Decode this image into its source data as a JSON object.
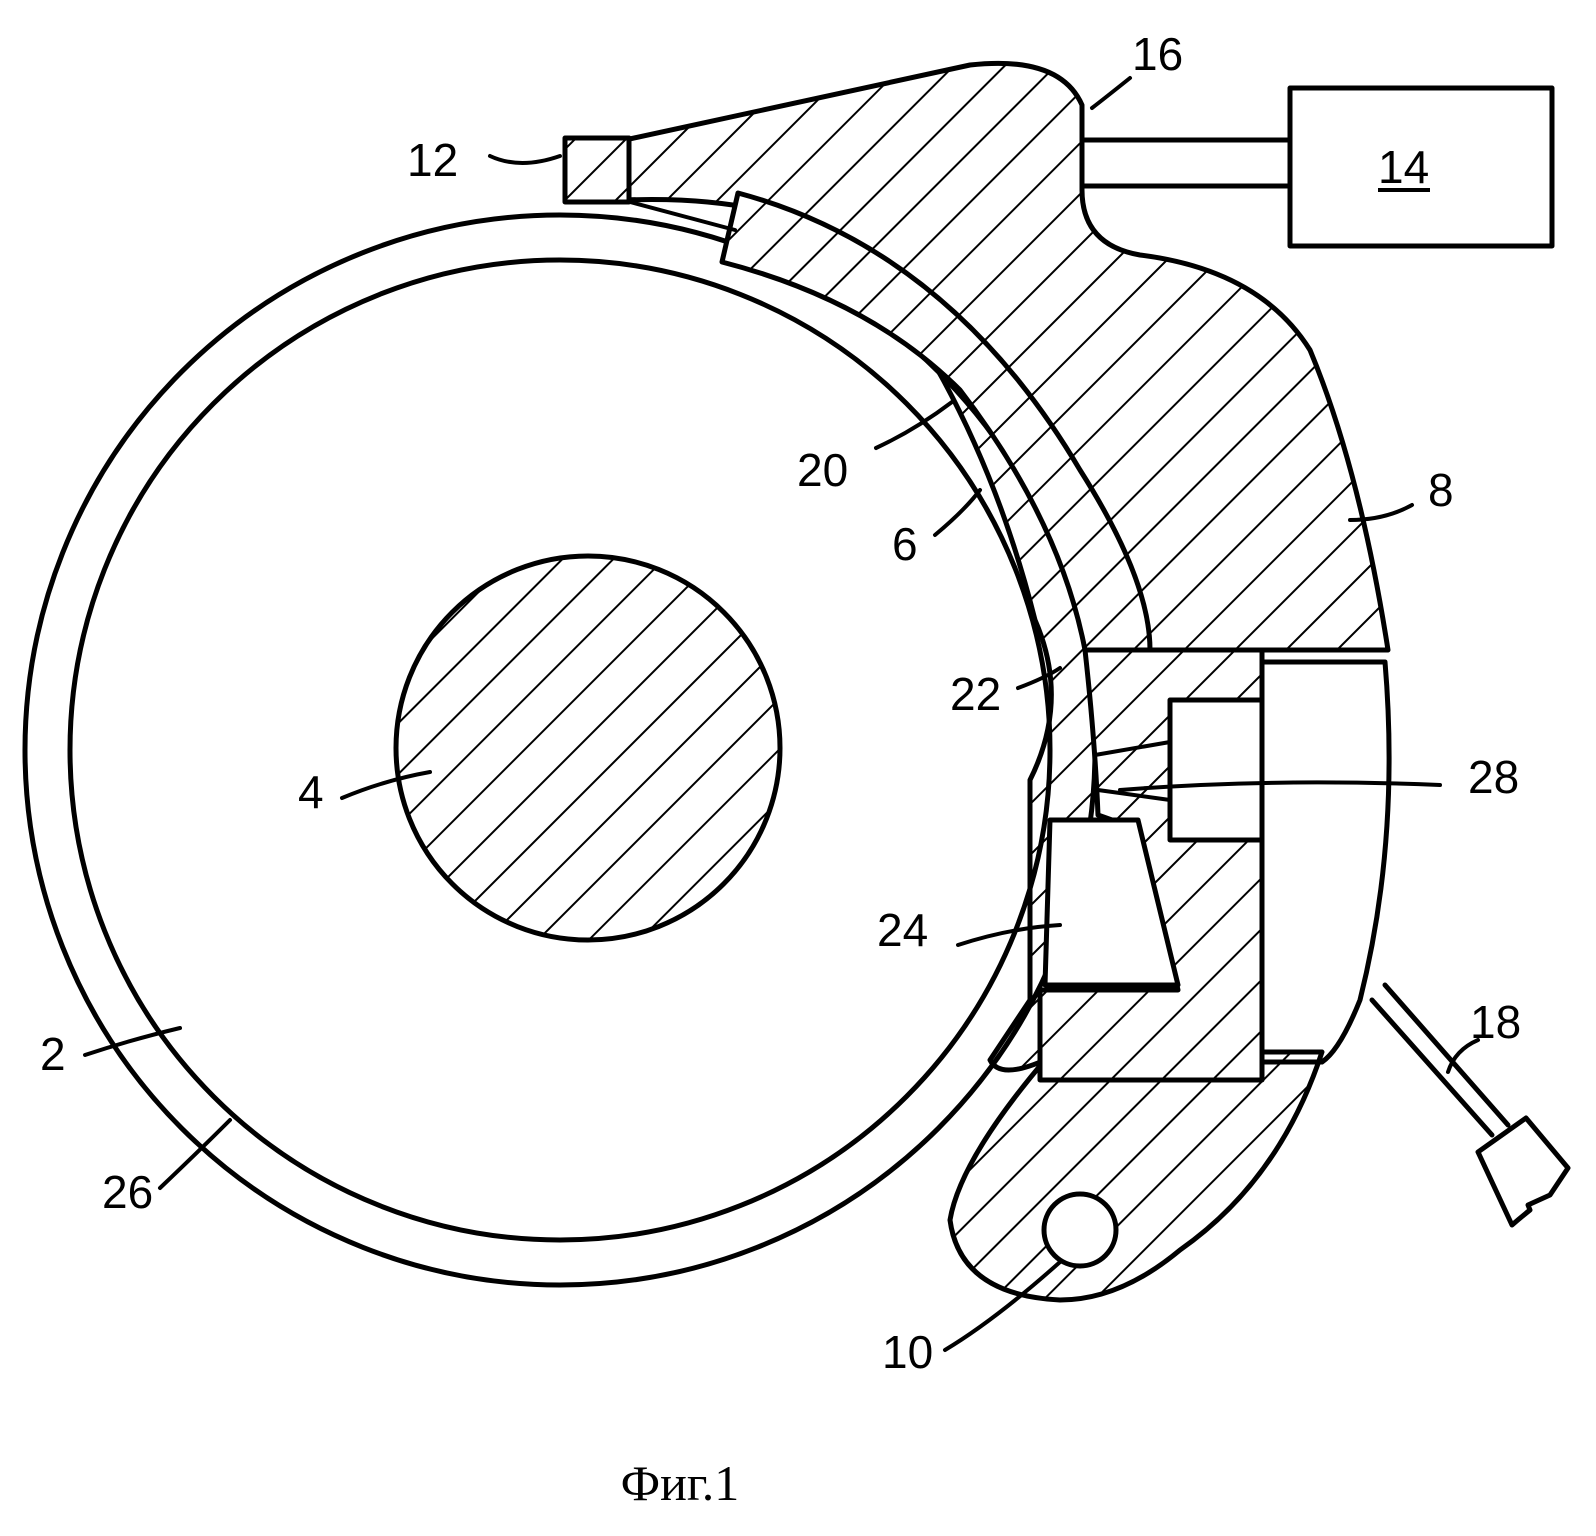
{
  "labels": {
    "n2": "2",
    "n4": "4",
    "n6": "6",
    "n8": "8",
    "n10": "10",
    "n12": "12",
    "n14": "14",
    "n16": "16",
    "n18": "18",
    "n20": "20",
    "n22": "22",
    "n24": "24",
    "n26": "26",
    "n28": "28"
  },
  "caption": "Фиг.1"
}
